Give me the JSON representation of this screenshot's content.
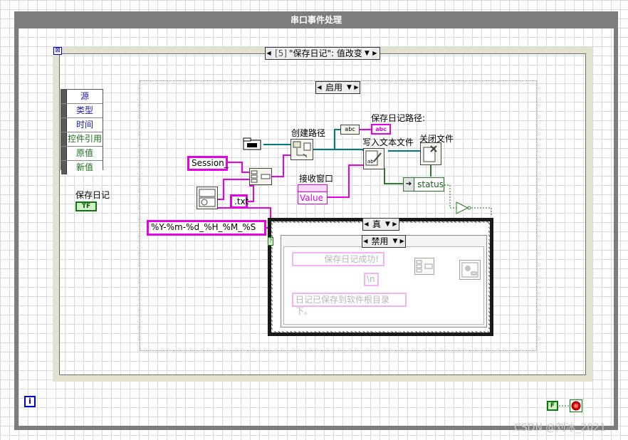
{
  "while_loop": {
    "title": "串口事件处理"
  },
  "event_structure": {
    "case_index": "[5]",
    "case_label": "\"保存日记\": 值改变"
  },
  "event_data_node": {
    "rows": [
      "源",
      "类型",
      "时间",
      "控件引用",
      "原值",
      "新值"
    ]
  },
  "save_log_control": {
    "label": "保存日记",
    "value": "TF"
  },
  "disable_structure": {
    "label": "启用"
  },
  "build_path": {
    "label": "创建路径"
  },
  "log_path_indicator": {
    "label": "保存日记路径:",
    "value": "abc"
  },
  "write_text_file": {
    "label": "写入文本文件"
  },
  "close_file": {
    "label": "关闭文件"
  },
  "receive_window": {
    "label": "接收窗口",
    "value": "Value"
  },
  "session_const": {
    "value": "Session_"
  },
  "txt_const": {
    "value": ".txt"
  },
  "format_const": {
    "value": "%Y-%m-%d_%H_%M_%S"
  },
  "status_unbundle": {
    "value": "status"
  },
  "true_case": {
    "label": "真"
  },
  "inner_disable": {
    "label": "禁用"
  },
  "strings": {
    "success": "保存日记成功!",
    "newline": "\\n",
    "saved_msg": "日记已保存到软件根目录下。"
  },
  "stop_const": {
    "value": "F"
  },
  "watermark": "CSDN @刘冰_2021",
  "colors": {
    "wire_pink": "#e800e8",
    "wire_teal": "#007c7c",
    "frame_gray": "#7d7d7d",
    "bool_green": "#0a7a0a"
  }
}
